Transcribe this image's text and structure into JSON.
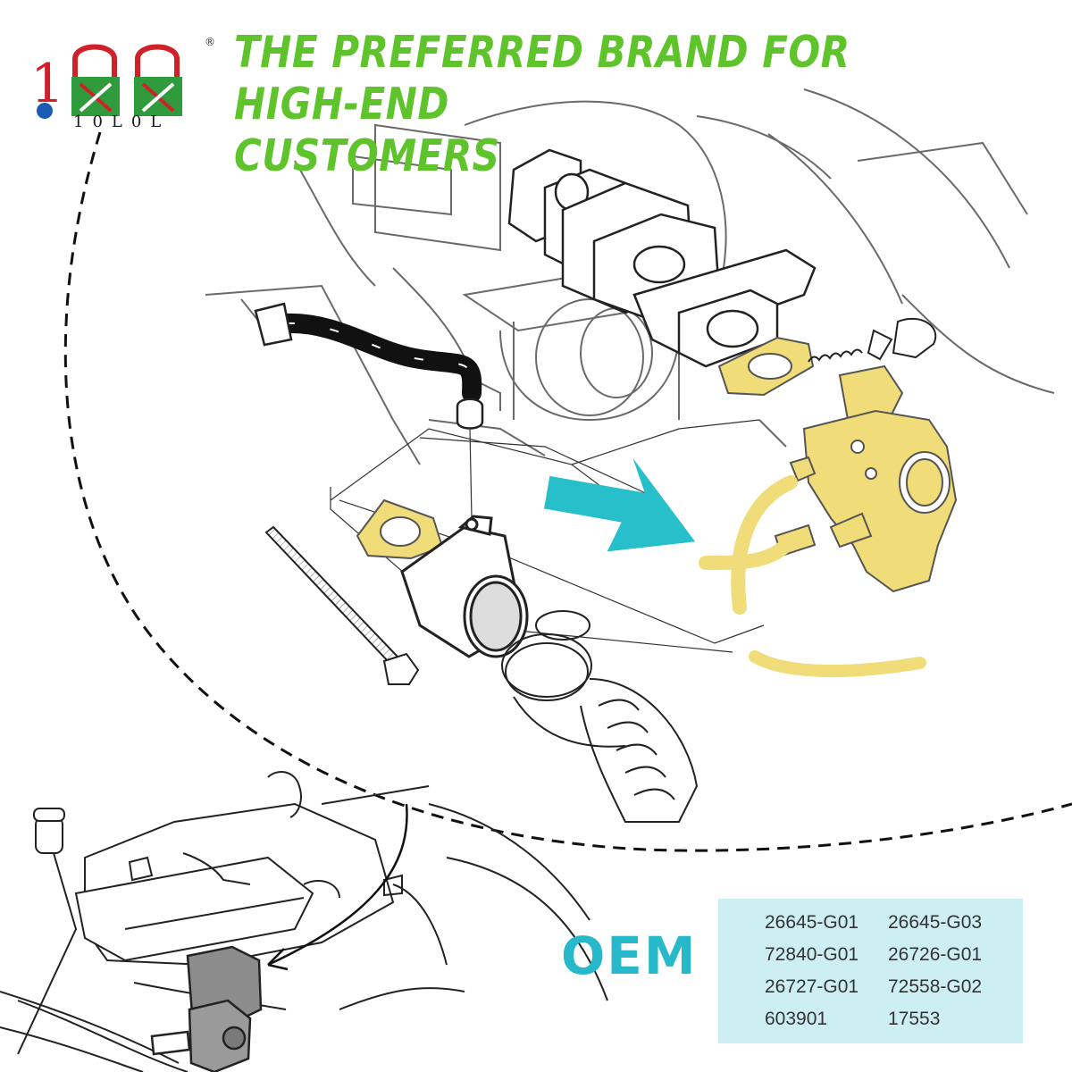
{
  "brand": {
    "logo_text": "10L0L",
    "logo_mark": "1 and two green boxed shapes with red X marks",
    "registered_symbol": "®",
    "colors": {
      "red": "#d0202a",
      "green": "#2f9b3c",
      "globe_blue": "#1c5bb5"
    }
  },
  "headline": {
    "line1": "THE PREFERRED BRAND FOR HIGH-END",
    "line2": "CUSTOMERS",
    "color": "#5fc42b"
  },
  "oem": {
    "label": "OEM :",
    "label_color": "#27b9c9",
    "panel_color": "#cdeff4",
    "part_numbers": [
      "26645-G01",
      "26645-G03",
      "72840-G01",
      "26726-G01",
      "26727-G01",
      "72558-G02",
      "603901",
      "17553"
    ]
  },
  "illustration": {
    "highlight_color": "#f0dc78",
    "arrow_color": "#27bfc9",
    "arrow_icon": "right-arrow-icon"
  }
}
